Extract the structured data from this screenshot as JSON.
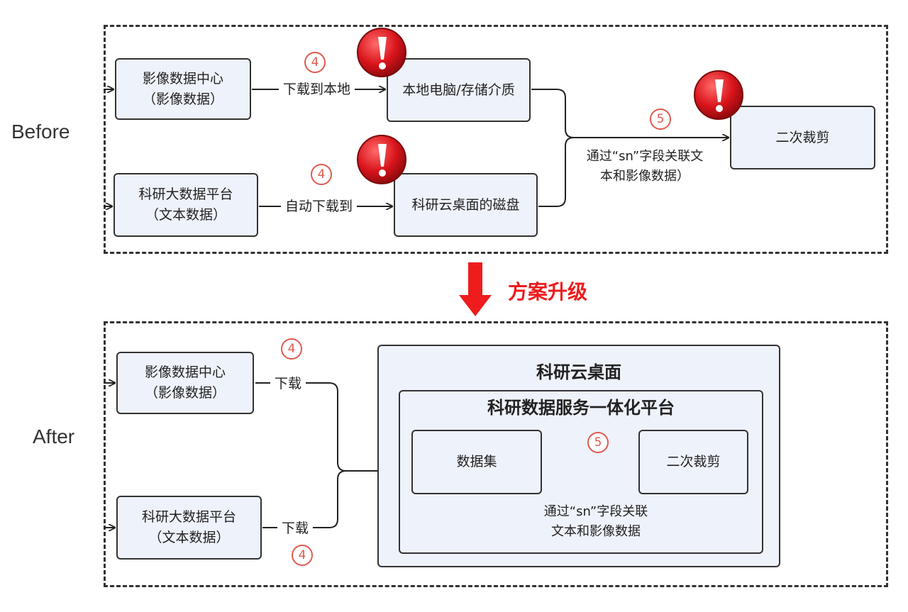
{
  "before": {
    "label": "Before",
    "nodes": {
      "image_center": {
        "line1": "影像数据中心",
        "line2": "（影像数据）"
      },
      "research_platform": {
        "line1": "科研大数据平台",
        "line2": "（文本数据）"
      },
      "local_pc": "本地电脑/存储介质",
      "cloud_disk": "科研云桌面的磁盘",
      "crop": "二次裁剪"
    },
    "edges": {
      "download_local": "下载到本地",
      "auto_download": "自动下载到",
      "link_note_line1": "通过“sn”字段关联文",
      "link_note_line2": "本和影像数据）"
    },
    "steps": {
      "a": "4",
      "b": "4",
      "c": "5"
    }
  },
  "upgrade": {
    "label": "方案升级"
  },
  "after": {
    "label": "After",
    "nodes": {
      "image_center": {
        "line1": "影像数据中心",
        "line2": "（影像数据）"
      },
      "research_platform": {
        "line1": "科研大数据平台",
        "line2": "（文本数据）"
      },
      "desktop_title": "科研云桌面",
      "platform_title": "科研数据服务一体化平台",
      "dataset": "数据集",
      "crop": "二次裁剪"
    },
    "edges": {
      "download_top": "下载",
      "download_bottom": "下载",
      "link_note_line1": "通过“sn”字段关联",
      "link_note_line2": "文本和影像数据"
    },
    "steps": {
      "a": "4",
      "b": "4",
      "c": "5"
    }
  },
  "colors": {
    "box_fill": "#eef2fb",
    "step_red": "#e05a4f",
    "warning_red": "#d9141b",
    "upgrade_red": "#ee1c1c"
  },
  "icons": {
    "warning": "exclamation-warning-icon",
    "upgrade_arrow": "down-arrow-icon"
  }
}
